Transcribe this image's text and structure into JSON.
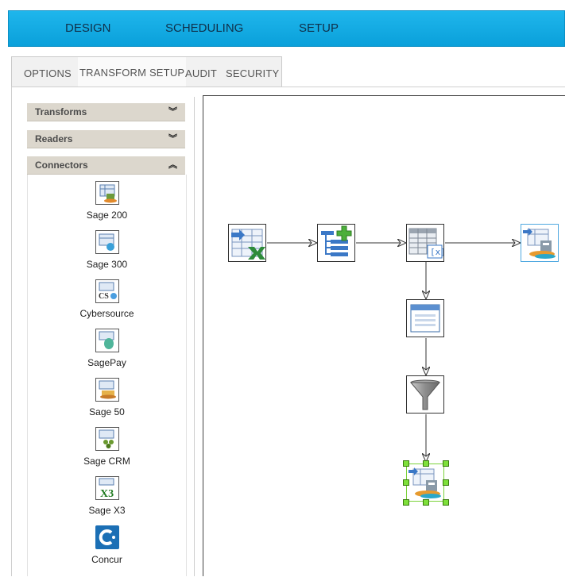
{
  "topnav": {
    "items": [
      "DESIGN",
      "SCHEDULING",
      "SETUP"
    ]
  },
  "tabs": {
    "items": [
      "OPTIONS",
      "TRANSFORM SETUP",
      "AUDIT",
      "SECURITY"
    ],
    "active": "TRANSFORM SETUP"
  },
  "sidebar": {
    "sections": [
      {
        "label": "Transforms",
        "state": "collapsed"
      },
      {
        "label": "Readers",
        "state": "collapsed"
      },
      {
        "label": "Connectors",
        "state": "expanded"
      }
    ],
    "connectors": [
      "Sage 200",
      "Sage 300",
      "Cybersource",
      "SagePay",
      "Sage 50",
      "Sage CRM",
      "Sage X3",
      "Concur"
    ]
  },
  "canvas": {
    "nodes": [
      {
        "id": "excel-reader",
        "icon": "excel-reader-icon"
      },
      {
        "id": "add-rows",
        "icon": "add-rows-icon"
      },
      {
        "id": "formula",
        "icon": "formula-table-icon"
      },
      {
        "id": "sage-writer",
        "icon": "sage-connector-icon"
      },
      {
        "id": "form-window",
        "icon": "window-icon"
      },
      {
        "id": "filter",
        "icon": "funnel-icon"
      },
      {
        "id": "sage-writer-selected",
        "icon": "sage-connector-icon",
        "selected": true
      }
    ]
  },
  "colors": {
    "topbar": "#12abe3",
    "accordion": "#dcd7cd",
    "selection": "#7ee03a"
  }
}
